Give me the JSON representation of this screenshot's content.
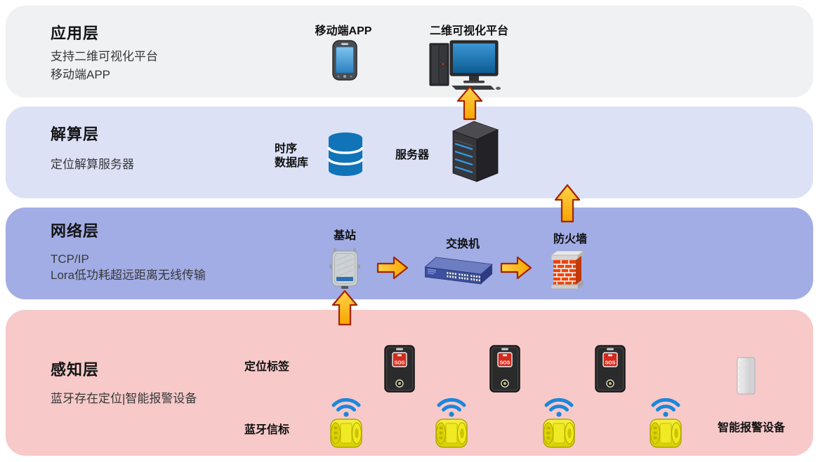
{
  "colors": {
    "layer_application_bg": "#f0f1f2",
    "layer_compute_bg": "#dce1f6",
    "layer_network_bg": "#a2ade6",
    "layer_perception_bg": "#f7c9c9",
    "arrow_fill": "#ffc013",
    "arrow_border": "#a62300",
    "database_blue": "#1173b8",
    "wifi_blue": "#1b86dc",
    "beacon_yellow": "#e9e104",
    "firewall_brick": "#e8470f",
    "screen_blue": "#2b7fc0"
  },
  "layers": [
    {
      "id": "application",
      "title": "应用层",
      "subtitle_lines": [
        "支持二维可视化平台",
        "移动端APP"
      ]
    },
    {
      "id": "compute",
      "title": "解算层",
      "subtitle_lines": [
        "定位解算服务器"
      ]
    },
    {
      "id": "network",
      "title": "网络层",
      "subtitle_lines": [
        "TCP/IP",
        "Lora低功耗超远距离无线传输"
      ]
    },
    {
      "id": "perception",
      "title": "感知层",
      "subtitle_lines": [
        "蓝牙存在定位|智能报警设备"
      ]
    }
  ],
  "nodes": {
    "mobile_app_label": "移动端APP",
    "visualization_platform_label": "二维可视化平台",
    "timeseries_db_label_line1": "时序",
    "timeseries_db_label_line2": "数据库",
    "server_label": "服务器",
    "base_station_label": "基站",
    "switch_label": "交换机",
    "firewall_label": "防火墙",
    "location_tag_label": "定位标签",
    "bluetooth_beacon_label": "蓝牙信标",
    "smart_alarm_label": "智能报警设备",
    "sos_button_text": "SOS"
  }
}
